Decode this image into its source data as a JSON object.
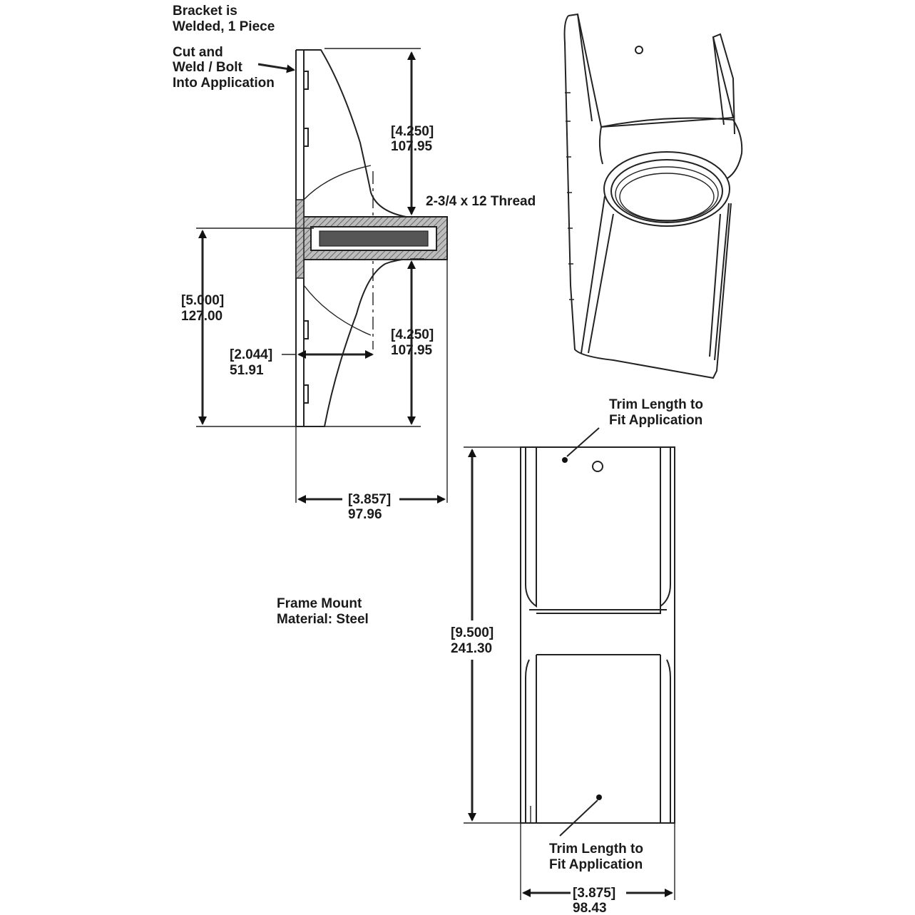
{
  "notes": {
    "bracket": [
      "Bracket is",
      "Welded, 1 Piece"
    ],
    "cut_weld": [
      "Cut and",
      "Weld / Bolt",
      "Into Application"
    ],
    "thread": "2-3/4 x 12 Thread",
    "frame": [
      "Frame Mount",
      "Material: Steel"
    ],
    "trim_top": [
      "Trim Length to",
      "Fit Application"
    ],
    "trim_bottom": [
      "Trim Length to",
      "Fit Application"
    ]
  },
  "dimensions": {
    "upper_height": {
      "inch": "[4.250]",
      "mm": "107.95"
    },
    "lower_height": {
      "inch": "[4.250]",
      "mm": "107.95"
    },
    "overall_height": {
      "inch": "[5.000]",
      "mm": "127.00"
    },
    "offset_width": {
      "inch": "[2.044]",
      "mm": "51.91"
    },
    "side_width": {
      "inch": "[3.857]",
      "mm": "97.96"
    },
    "plate_height": {
      "inch": "[9.500]",
      "mm": "241.30"
    },
    "plate_width": {
      "inch": "[3.875]",
      "mm": "98.43"
    }
  },
  "colors": {
    "line": "#222222",
    "hatch": "#6e6e6e",
    "fill_dark": "#444444"
  }
}
